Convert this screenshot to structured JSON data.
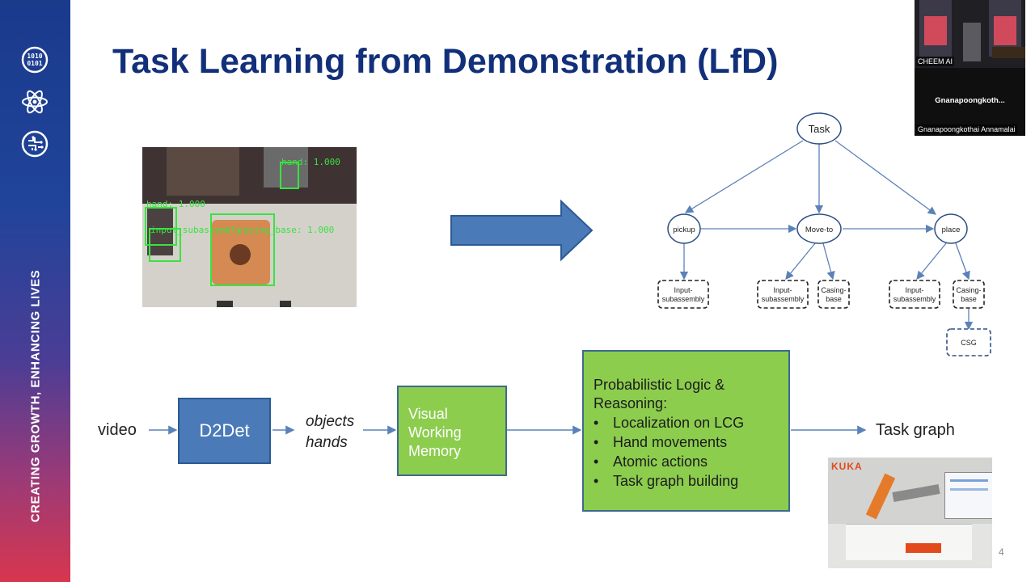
{
  "slide": {
    "title": "Task Learning from Demonstration (LfD)",
    "page_number": "4",
    "sidebar_slogan": "CREATING GROWTH, ENHANCING LIVES",
    "sidebar_icons": [
      "binary-icon",
      "atom-icon",
      "brain-circuit-icon"
    ]
  },
  "detection_image": {
    "labels": [
      "hand: 1.000",
      "hand: 1.000",
      "input_subassembly",
      "casing_base: 1.000"
    ]
  },
  "task_graph": {
    "root": "Task",
    "actions": [
      "pickup",
      "Move-to",
      "place"
    ],
    "leaves": [
      "Input-\nsubassembly",
      "Input-\nsubassembly",
      "Casing-\nbase",
      "Input-\nsubassembly",
      "Casing-\nbase"
    ],
    "extra_leaf": "CSG"
  },
  "pipeline": {
    "input": "video",
    "detector": "D2Det",
    "outputs_line1": "objects",
    "outputs_line2": "hands",
    "memory": "Visual\nWorking\nMemory",
    "logic_title": "Probabilistic Logic &\nReasoning:",
    "logic_items": [
      "Localization on LCG",
      "Hand movements",
      "Atomic actions",
      "Task graph building"
    ],
    "result": "Task graph"
  },
  "robot_photo": {
    "brand": "KUKA"
  },
  "meeting": {
    "presenter_tile_label": "CHEEM AI",
    "participant_short": "Gnanapoongkoth...",
    "participant_full": "Gnanapoongkothai Annamalai"
  },
  "colors": {
    "title": "#12307a",
    "blue_box": "#4a7ab8",
    "green_box": "#8ccd4e",
    "graph_edge": "#5b82b8"
  }
}
